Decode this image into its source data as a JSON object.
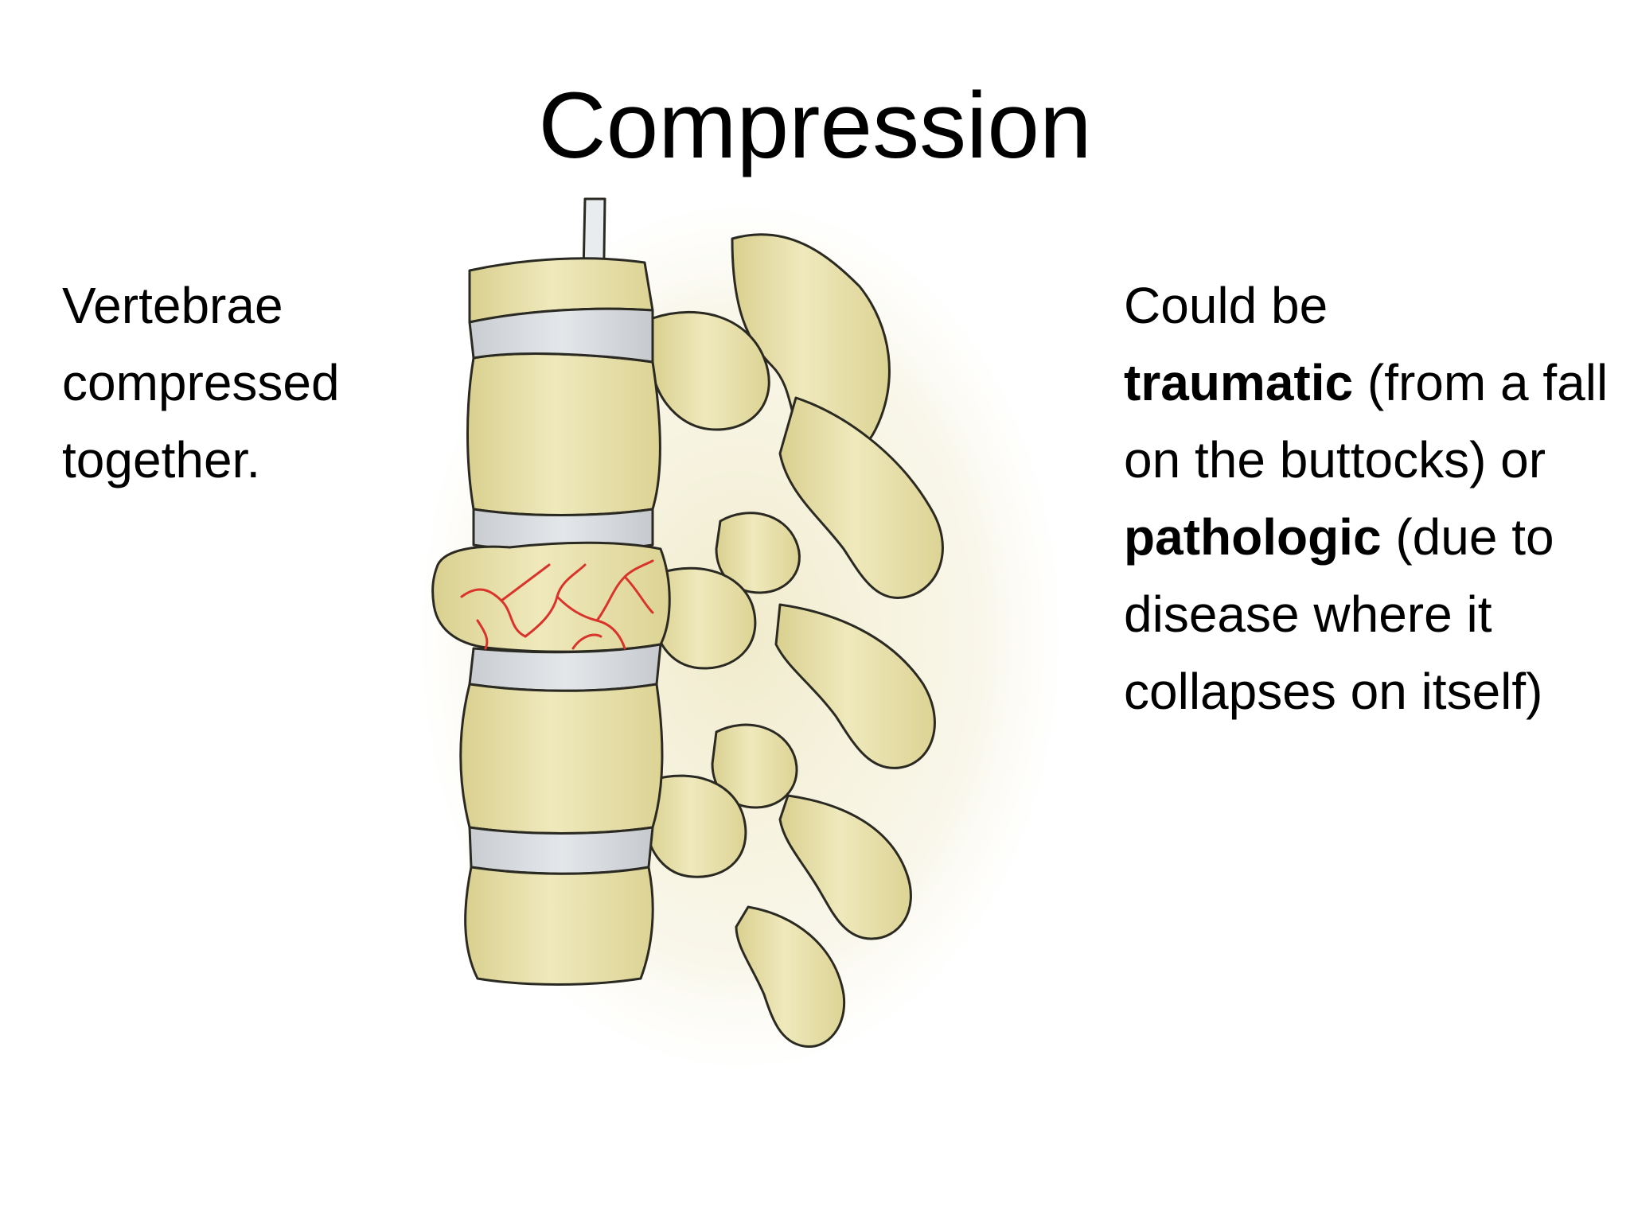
{
  "slide": {
    "title": "Compression",
    "left_text": "Vertebrae compressed together.",
    "right_text": {
      "intro": "Could be",
      "term1": "traumatic",
      "term1_detail": " (from a fall on the buttocks) or",
      "term2": "pathologic",
      "term2_detail": " (due to disease where it collapses on itself)"
    }
  },
  "illustration": {
    "icon": "compressed-vertebra-illustration",
    "colors": {
      "bone": "#EDE6B4",
      "bone_shade": "#D7CF8E",
      "disc": "#D9DCE0",
      "fracture": "#D9342B",
      "outline": "#2B2A22"
    }
  }
}
